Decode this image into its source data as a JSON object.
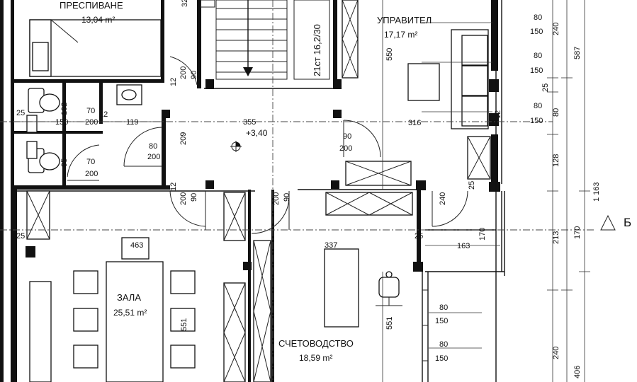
{
  "plan": {
    "rooms": [
      {
        "name": "ПРЕСПИВАНЕ",
        "area": "13,04 m²"
      },
      {
        "name": "УПРАВИТЕЛ",
        "area": "17,17 m²"
      },
      {
        "name": "ЗАЛА",
        "area": "25,51 m²"
      },
      {
        "name": "СЧЕТОВОДСТВО",
        "area": "18,59 m²"
      }
    ],
    "level": "+3,40",
    "stair": "21ст 16,2/30",
    "section_marker": "Б",
    "labels": {
      "d80a": "80",
      "d150a": "150",
      "d80b": "80",
      "d150b": "150",
      "d80c": "80",
      "d150c": "150",
      "d80d": "80",
      "d150d": "150",
      "d80e": "80",
      "d150e": "150",
      "d240a": "240",
      "d587": "587",
      "d25a": "25",
      "d80f": "80",
      "d128": "128",
      "d1163": "1 163",
      "d213": "213",
      "d170a": "170",
      "d240b": "240",
      "d406": "406",
      "d550": "550",
      "d551a": "551",
      "d551b": "551",
      "d355": "355",
      "d316": "316",
      "d337": "337",
      "d163": "163",
      "d463": "463",
      "d119": "119",
      "d150f": "150",
      "d102": "102",
      "d95": "95",
      "d25b": "25",
      "d25c": "25",
      "d25d": "25",
      "d25e": "25",
      "d70a": "70",
      "d200a": "200",
      "d70b": "70",
      "d200b": "200",
      "d12a": "12",
      "d80g": "80",
      "d200c": "200",
      "d209": "209",
      "d90a": "90",
      "d200d": "200",
      "d12b": "12",
      "d90b": "90",
      "d200e": "200",
      "d200f": "200",
      "d90c": "90",
      "d12c": "12",
      "d200g": "200",
      "d90d": "90",
      "d12d": "12",
      "d240c": "240",
      "d170b": "170",
      "d32": "32",
      "d12e": "12"
    }
  }
}
